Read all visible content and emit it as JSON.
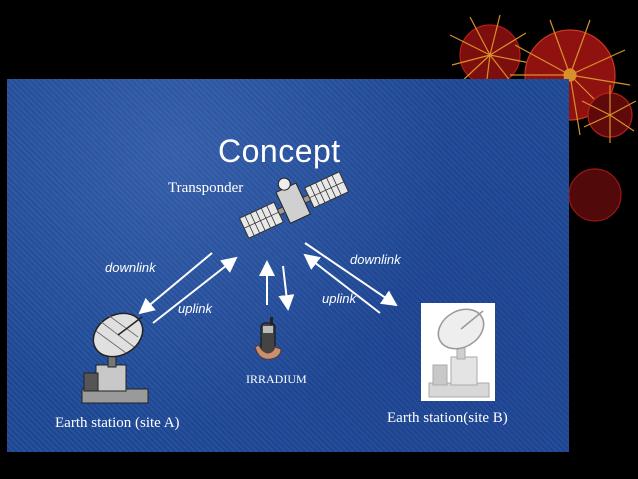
{
  "slide": {
    "title": "Concept",
    "labels": {
      "transponder": "Transponder",
      "downlink_left": "downlink",
      "uplink_left": "uplink",
      "downlink_right": "downlink",
      "uplink_right": "uplink",
      "irradium": "IRRADIUM",
      "earth_station_a": "Earth station (site A)",
      "earth_station_b": "Earth station(site B)"
    }
  },
  "colors": {
    "background": "#000000",
    "slide_blue": "#1f4a98",
    "text": "#ffffff",
    "arrow": "#ffffff",
    "firework_red": "#c8201a",
    "firework_orange": "#f0a030"
  },
  "icons": [
    "satellite-icon",
    "satellite-dish-icon",
    "satellite-phone-icon",
    "firework-decoration"
  ]
}
